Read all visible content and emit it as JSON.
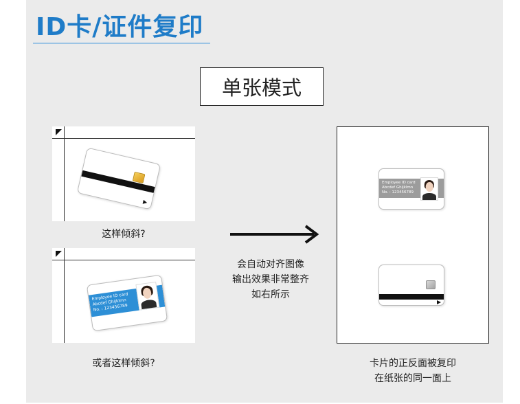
{
  "title": "ID卡/证件复印",
  "mode": "单张模式",
  "left": {
    "caption_top": "这样倾斜?",
    "caption_bottom": "或者这样倾斜?",
    "id_card": {
      "line1": "Employee ID card",
      "line2": "Abcdef Ghijklmn",
      "line3": "No. : 123456789"
    }
  },
  "middle": {
    "line1": "会自动对齐图像",
    "line2": "输出效果非常整齐",
    "line3": "如右所示"
  },
  "right": {
    "line1": "卡片的正反面被复印",
    "line2": "在纸张的同一面上",
    "id_card": {
      "line1": "Employee ID card",
      "line2": "Abcdef Ghijklmn",
      "line3": "No. : 123456789"
    }
  },
  "colors": {
    "title": "#1f7cc8",
    "card_band_blue": "#2d8fd6",
    "card_band_gray": "#9c9c9c"
  },
  "icons": [
    "arrow-right-icon",
    "platen-corner-arrow-icon",
    "card-chip-icon"
  ]
}
